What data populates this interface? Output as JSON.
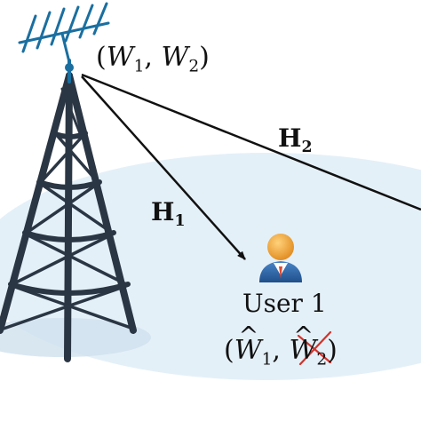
{
  "labels": {
    "tx_message_open": "(",
    "tx_w": "W",
    "tx_sub1": "1",
    "tx_comma": ", ",
    "tx_sub2": "2",
    "tx_message_close": ")",
    "h1_letter": "H",
    "h1_sub": "1",
    "h2_letter": "H",
    "h2_sub": "2",
    "user_name": "User 1",
    "rx_open": "(",
    "rx_w": "W",
    "rx_sub1": "1",
    "rx_comma": ", ",
    "rx_sub2": "2",
    "rx_close": ")"
  },
  "colors": {
    "ground": "#e4f0f8",
    "tower": "#2b3644",
    "antenna": "#1a6fa0",
    "arrow": "#111111",
    "cross": "#d0342c",
    "user_head": "#f2a23a",
    "user_body": "#2f66a6"
  },
  "icons": {
    "tower": "transmission-tower-icon",
    "antenna": "yagi-antenna-icon",
    "user": "user-avatar-icon",
    "cross": "cross-out-mark"
  }
}
